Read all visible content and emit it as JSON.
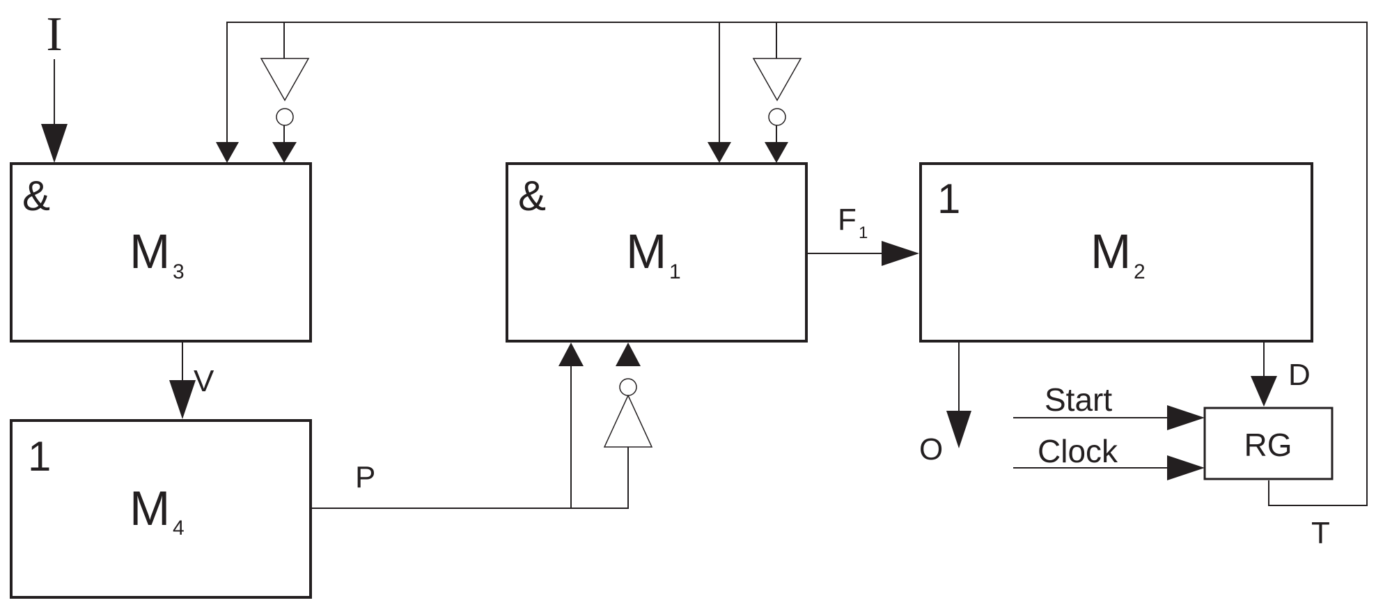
{
  "blocks": {
    "m3": {
      "symbol": "&",
      "name": "M",
      "sub": "3"
    },
    "m1": {
      "symbol": "&",
      "name": "M",
      "sub": "1"
    },
    "m2": {
      "symbol": "1",
      "name": "M",
      "sub": "2"
    },
    "m4": {
      "symbol": "1",
      "name": "M",
      "sub": "4"
    },
    "rg": {
      "name": "RG"
    }
  },
  "signals": {
    "input": "I",
    "v": "V",
    "p": "P",
    "f1": {
      "name": "F",
      "sub": "1"
    },
    "o": "O",
    "d": "D",
    "t": "T",
    "start": "Start",
    "clock": "Clock"
  }
}
